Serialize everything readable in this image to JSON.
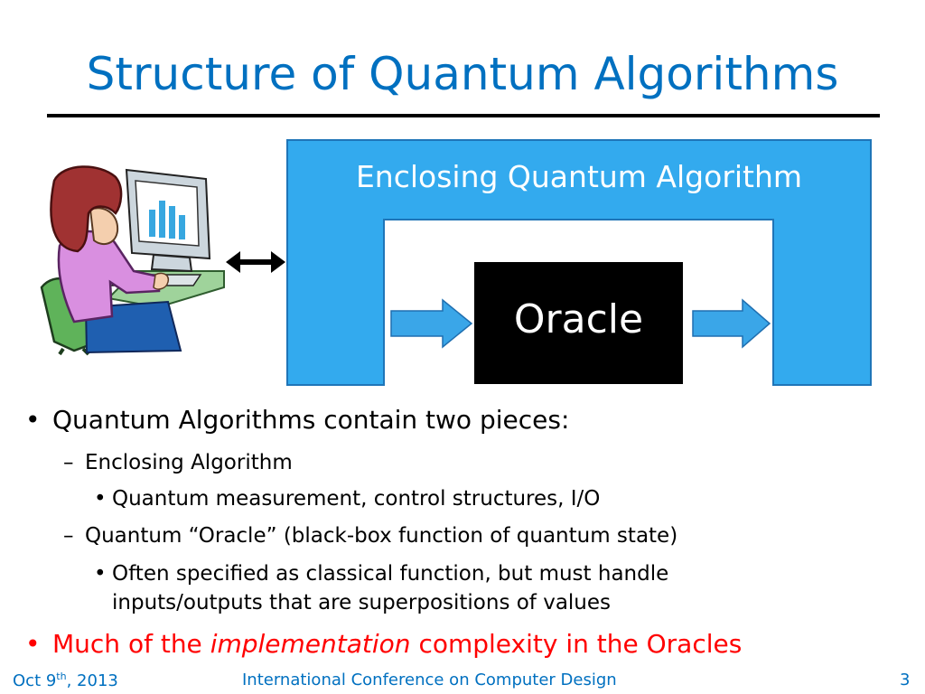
{
  "slide": {
    "title": "Structure of Quantum Algorithms"
  },
  "diagram": {
    "enclosing_label": "Enclosing Quantum Algorithm",
    "oracle_label": "Oracle",
    "colors": {
      "enclosing_fill": "#33aaee",
      "enclosing_stroke": "#1f75b8",
      "oracle_fill": "#000000",
      "arrow_fill": "#3aa6e8"
    },
    "icons": [
      "woman-at-computer-clipart",
      "double-arrow-icon",
      "right-arrow-icon"
    ]
  },
  "bullets": {
    "b1": "Quantum Algorithms contain two pieces:",
    "b1_1": "Enclosing Algorithm",
    "b1_1_1": "Quantum measurement, control structures, I/O",
    "b1_2": "Quantum “Oracle” (black-box function of quantum state)",
    "b1_2_1a": "Often specified as classical function, but must handle",
    "b1_2_1b": "inputs/outputs that are superpositions of values",
    "b2_pre": "Much of the ",
    "b2_em": "implementation",
    "b2_post": " complexity in the Oracles"
  },
  "footer": {
    "date_prefix": "Oct 9",
    "date_sup": "th",
    "date_suffix": ", 2013",
    "conference": "International Conference on Computer Design",
    "page_number": "3"
  },
  "colors": {
    "title": "#0070c0",
    "accent_red": "#ff0000",
    "footer": "#0070c0"
  }
}
